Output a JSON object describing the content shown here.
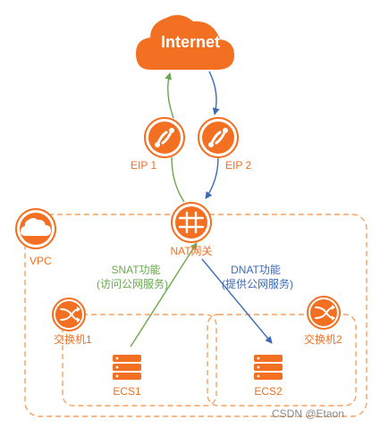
{
  "nodes": {
    "internet": {
      "label": "Internet"
    },
    "eip1": {
      "label": "EIP 1"
    },
    "eip2": {
      "label": "EIP 2"
    },
    "vpc": {
      "label": "VPC"
    },
    "nat": {
      "label": "NAT网关"
    },
    "switch1": {
      "label": "交换机1"
    },
    "switch2": {
      "label": "交换机2"
    },
    "ecs1": {
      "label": "ECS1"
    },
    "ecs2": {
      "label": "ECS2"
    }
  },
  "flows": {
    "snat": {
      "title": "SNAT功能",
      "desc": "(访问公网服务)"
    },
    "dnat": {
      "title": "DNAT功能",
      "desc": "(提供公网服务)"
    }
  },
  "watermark": "CSDN @Etaon",
  "colors": {
    "accent": "#f36f21",
    "snat": "#6aa84f",
    "dnat": "#3d6bb5"
  },
  "icons": {
    "internet": "cloud-icon",
    "eip": "link-icon",
    "vpc": "cloud-icon",
    "nat": "nat-gateway-icon",
    "switch": "shuffle-icon",
    "ecs": "server-icon"
  }
}
